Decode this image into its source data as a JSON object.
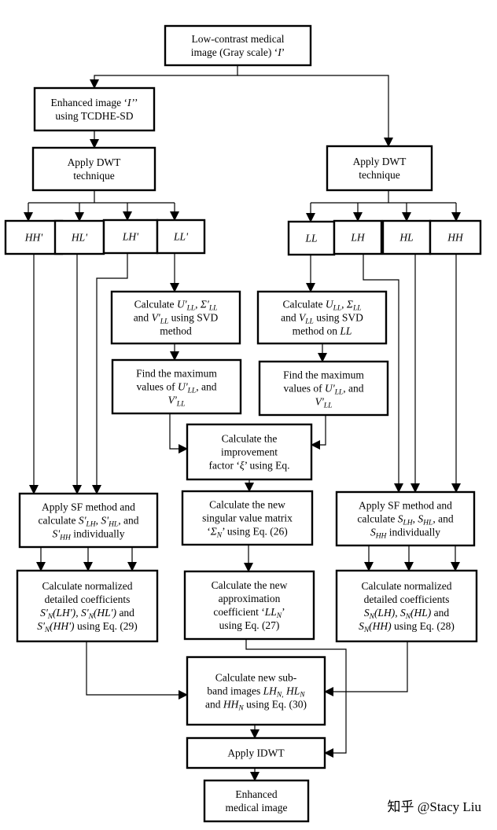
{
  "nodes": [
    {
      "id": "input",
      "lines": [
        [
          {
            "t": "Low-contrast medical"
          }
        ],
        [
          {
            "t": "image (Gray scale) ‘"
          },
          {
            "t": "I",
            "i": true
          },
          {
            "t": "’"
          }
        ]
      ]
    },
    {
      "id": "enhanced",
      "lines": [
        [
          {
            "t": "Enhanced image ‘"
          },
          {
            "t": "I’",
            "i": true
          },
          {
            "t": "’"
          }
        ],
        [
          {
            "t": "using TCDHE-SD"
          }
        ]
      ]
    },
    {
      "id": "dwt-left",
      "lines": [
        [
          {
            "t": "Apply DWT"
          }
        ],
        [
          {
            "t": "technique"
          }
        ]
      ]
    },
    {
      "id": "dwt-right",
      "lines": [
        [
          {
            "t": "Apply DWT"
          }
        ],
        [
          {
            "t": "technique"
          }
        ]
      ]
    },
    {
      "id": "band-hh-prime",
      "lines": [
        [
          {
            "t": "HH'",
            "i": true
          }
        ]
      ]
    },
    {
      "id": "band-hl-prime",
      "lines": [
        [
          {
            "t": "HL'",
            "i": true
          }
        ]
      ]
    },
    {
      "id": "band-lh-prime",
      "lines": [
        [
          {
            "t": "LH'",
            "i": true
          }
        ]
      ]
    },
    {
      "id": "band-ll-prime",
      "lines": [
        [
          {
            "t": "LL'",
            "i": true
          }
        ]
      ]
    },
    {
      "id": "band-ll",
      "lines": [
        [
          {
            "t": "LL",
            "i": true
          }
        ]
      ]
    },
    {
      "id": "band-lh",
      "lines": [
        [
          {
            "t": "LH",
            "i": true
          }
        ]
      ]
    },
    {
      "id": "band-hl",
      "lines": [
        [
          {
            "t": "HL",
            "i": true
          }
        ]
      ]
    },
    {
      "id": "band-hh",
      "lines": [
        [
          {
            "t": "HH",
            "i": true
          }
        ]
      ]
    },
    {
      "id": "svd-enhanced",
      "lines": [
        [
          {
            "t": "Calculate "
          },
          {
            "t": "U'",
            "i": true
          },
          {
            "t": "LL",
            "i": true,
            "sub": true
          },
          {
            "t": ", "
          },
          {
            "t": "Σ'",
            "i": true
          },
          {
            "t": "LL",
            "i": true,
            "sub": true
          }
        ],
        [
          {
            "t": "and "
          },
          {
            "t": "V'",
            "i": true
          },
          {
            "t": "LL",
            "i": true,
            "sub": true
          },
          {
            "t": " using SVD"
          }
        ],
        [
          {
            "t": "method"
          }
        ]
      ]
    },
    {
      "id": "svd-original",
      "lines": [
        [
          {
            "t": "Calculate "
          },
          {
            "t": "U",
            "i": true
          },
          {
            "t": "LL",
            "i": true,
            "sub": true
          },
          {
            "t": ", "
          },
          {
            "t": "Σ",
            "i": true
          },
          {
            "t": "LL",
            "i": true,
            "sub": true
          }
        ],
        [
          {
            "t": "and "
          },
          {
            "t": "V",
            "i": true
          },
          {
            "t": "LL",
            "i": true,
            "sub": true
          },
          {
            "t": " using SVD"
          }
        ],
        [
          {
            "t": "method on "
          },
          {
            "t": "LL",
            "i": true
          }
        ]
      ]
    },
    {
      "id": "max-enhanced",
      "lines": [
        [
          {
            "t": "Find the maximum"
          }
        ],
        [
          {
            "t": "values of "
          },
          {
            "t": "U'",
            "i": true
          },
          {
            "t": "LL",
            "i": true,
            "sub": true
          },
          {
            "t": ", and"
          }
        ],
        [
          {
            "t": "V'",
            "i": true
          },
          {
            "t": "LL",
            "i": true,
            "sub": true
          }
        ]
      ]
    },
    {
      "id": "max-original",
      "lines": [
        [
          {
            "t": "Find the maximum"
          }
        ],
        [
          {
            "t": "values of "
          },
          {
            "t": "U'",
            "i": true
          },
          {
            "t": "LL",
            "i": true,
            "sub": true
          },
          {
            "t": ", and"
          }
        ],
        [
          {
            "t": "V'",
            "i": true
          },
          {
            "t": "LL",
            "i": true,
            "sub": true
          }
        ]
      ]
    },
    {
      "id": "improvement",
      "lines": [
        [
          {
            "t": "Calculate the"
          }
        ],
        [
          {
            "t": "improvement"
          }
        ],
        [
          {
            "t": "factor ‘"
          },
          {
            "t": "ξ",
            "i": true
          },
          {
            "t": "’ using Eq."
          }
        ]
      ]
    },
    {
      "id": "sf-left",
      "lines": [
        [
          {
            "t": "Apply SF method and"
          }
        ],
        [
          {
            "t": "calculate "
          },
          {
            "t": "S'",
            "i": true
          },
          {
            "t": "LH",
            "i": true,
            "sub": true
          },
          {
            "t": ", "
          },
          {
            "t": "S'",
            "i": true
          },
          {
            "t": "HL",
            "i": true,
            "sub": true
          },
          {
            "t": ", and"
          }
        ],
        [
          {
            "t": "S'",
            "i": true
          },
          {
            "t": "HH",
            "i": true,
            "sub": true
          },
          {
            "t": " individually"
          }
        ]
      ]
    },
    {
      "id": "singular",
      "lines": [
        [
          {
            "t": "Calculate the new"
          }
        ],
        [
          {
            "t": "singular value matrix"
          }
        ],
        [
          {
            "t": "‘"
          },
          {
            "t": "Σ",
            "i": true
          },
          {
            "t": "N",
            "i": true,
            "sub": true
          },
          {
            "t": "’ using Eq. (26)"
          }
        ]
      ]
    },
    {
      "id": "sf-right",
      "lines": [
        [
          {
            "t": "Apply SF method and"
          }
        ],
        [
          {
            "t": "calculate "
          },
          {
            "t": "S",
            "i": true
          },
          {
            "t": "LH",
            "i": true,
            "sub": true
          },
          {
            "t": ", "
          },
          {
            "t": "S",
            "i": true
          },
          {
            "t": "HL",
            "i": true,
            "sub": true
          },
          {
            "t": ", and"
          }
        ],
        [
          {
            "t": "S",
            "i": true
          },
          {
            "t": "HH",
            "i": true,
            "sub": true
          },
          {
            "t": " individually"
          }
        ]
      ]
    },
    {
      "id": "norm-left",
      "lines": [
        [
          {
            "t": "Calculate normalized"
          }
        ],
        [
          {
            "t": "detailed coefficients"
          }
        ],
        [
          {
            "t": "S'",
            "i": true
          },
          {
            "t": "N",
            "i": true,
            "sub": true
          },
          {
            "t": "(LH')",
            "i": true
          },
          {
            "t": ", "
          },
          {
            "t": "S'",
            "i": true
          },
          {
            "t": "N",
            "i": true,
            "sub": true
          },
          {
            "t": "(HL')",
            "i": true
          },
          {
            "t": " and"
          }
        ],
        [
          {
            "t": "S'",
            "i": true
          },
          {
            "t": "N",
            "i": true,
            "sub": true
          },
          {
            "t": "(HH')",
            "i": true
          },
          {
            "t": " using Eq. (29)"
          }
        ]
      ]
    },
    {
      "id": "approx",
      "lines": [
        [
          {
            "t": "Calculate the new"
          }
        ],
        [
          {
            "t": "approximation"
          }
        ],
        [
          {
            "t": "coefficient ‘"
          },
          {
            "t": "LL",
            "i": true
          },
          {
            "t": "N",
            "i": true,
            "sub": true
          },
          {
            "t": "’"
          }
        ],
        [
          {
            "t": "using Eq. (27)"
          }
        ]
      ]
    },
    {
      "id": "norm-right",
      "lines": [
        [
          {
            "t": "Calculate normalized"
          }
        ],
        [
          {
            "t": "detailed coefficients"
          }
        ],
        [
          {
            "t": "S",
            "i": true
          },
          {
            "t": "N",
            "i": true,
            "sub": true
          },
          {
            "t": "(LH)",
            "i": true
          },
          {
            "t": ", "
          },
          {
            "t": "S",
            "i": true
          },
          {
            "t": "N",
            "i": true,
            "sub": true
          },
          {
            "t": "(HL)",
            "i": true
          },
          {
            "t": " and"
          }
        ],
        [
          {
            "t": "S",
            "i": true
          },
          {
            "t": "N",
            "i": true,
            "sub": true
          },
          {
            "t": "(HH)",
            "i": true
          },
          {
            "t": " using Eq. (28)"
          }
        ]
      ]
    },
    {
      "id": "subband",
      "lines": [
        [
          {
            "t": "Calculate new sub-"
          }
        ],
        [
          {
            "t": "band images "
          },
          {
            "t": "LH",
            "i": true
          },
          {
            "t": "N,",
            "i": true,
            "sub": true
          },
          {
            "t": " "
          },
          {
            "t": "HL",
            "i": true
          },
          {
            "t": "N",
            "i": true,
            "sub": true
          }
        ],
        [
          {
            "t": "and "
          },
          {
            "t": "HH",
            "i": true
          },
          {
            "t": "N",
            "i": true,
            "sub": true
          },
          {
            "t": " using Eq. (30)"
          }
        ]
      ]
    },
    {
      "id": "idwt",
      "lines": [
        [
          {
            "t": "Apply IDWT"
          }
        ]
      ]
    },
    {
      "id": "output",
      "lines": [
        [
          {
            "t": "Enhanced"
          }
        ],
        [
          {
            "t": "medical image"
          }
        ]
      ]
    }
  ],
  "watermark": "知乎 @Stacy Liu"
}
